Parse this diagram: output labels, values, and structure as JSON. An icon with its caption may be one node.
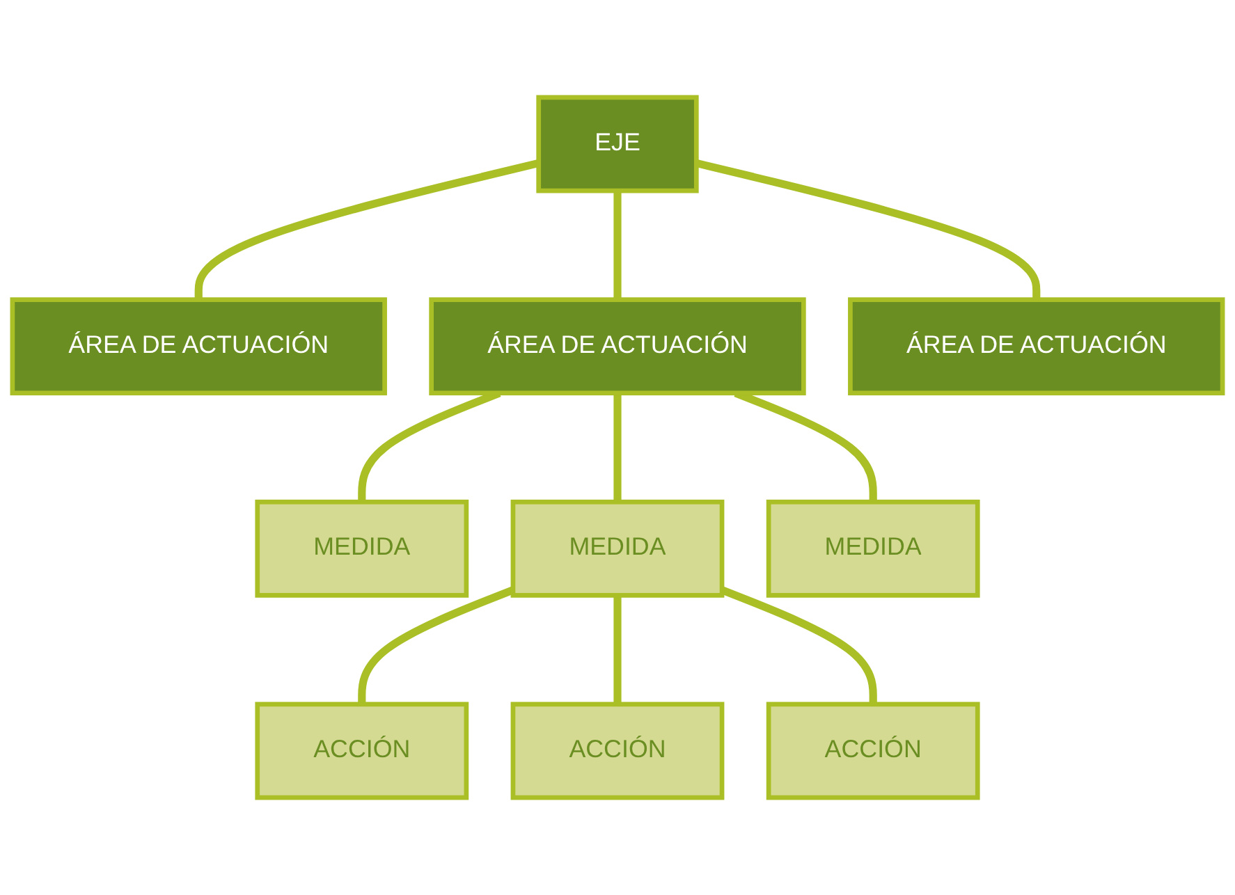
{
  "diagram": {
    "nodes": [
      {
        "text": [
          "EJE"
        ]
      },
      {
        "text": [
          "ÁREA DE ACTUACIÓN"
        ]
      },
      {
        "text": [
          "ÁREA DE ACTUACIÓN"
        ]
      },
      {
        "text": [
          "ÁREA DE ACTUACIÓN"
        ]
      },
      {
        "text": [
          "MEDIDA"
        ]
      },
      {
        "text": [
          "MEDIDA"
        ]
      },
      {
        "text": [
          "MEDIDA"
        ]
      },
      {
        "text": [
          "ACCIÓN"
        ]
      },
      {
        "text": [
          "ACCIÓN"
        ]
      },
      {
        "text": [
          "ACCIÓN"
        ]
      }
    ],
    "edges": [
      {
        "from": 0,
        "to": 1,
        "arrow": "none"
      },
      {
        "from": 0,
        "to": 2,
        "arrow": "none"
      },
      {
        "from": 0,
        "to": 3,
        "arrow": "none"
      },
      {
        "from": 2,
        "to": 4,
        "arrow": "none"
      },
      {
        "from": 2,
        "to": 5,
        "arrow": "none"
      },
      {
        "from": 2,
        "to": 6,
        "arrow": "none"
      },
      {
        "from": 5,
        "to": 7,
        "arrow": "none"
      },
      {
        "from": 5,
        "to": 8,
        "arrow": "none"
      },
      {
        "from": 5,
        "to": 9,
        "arrow": "none"
      }
    ]
  }
}
